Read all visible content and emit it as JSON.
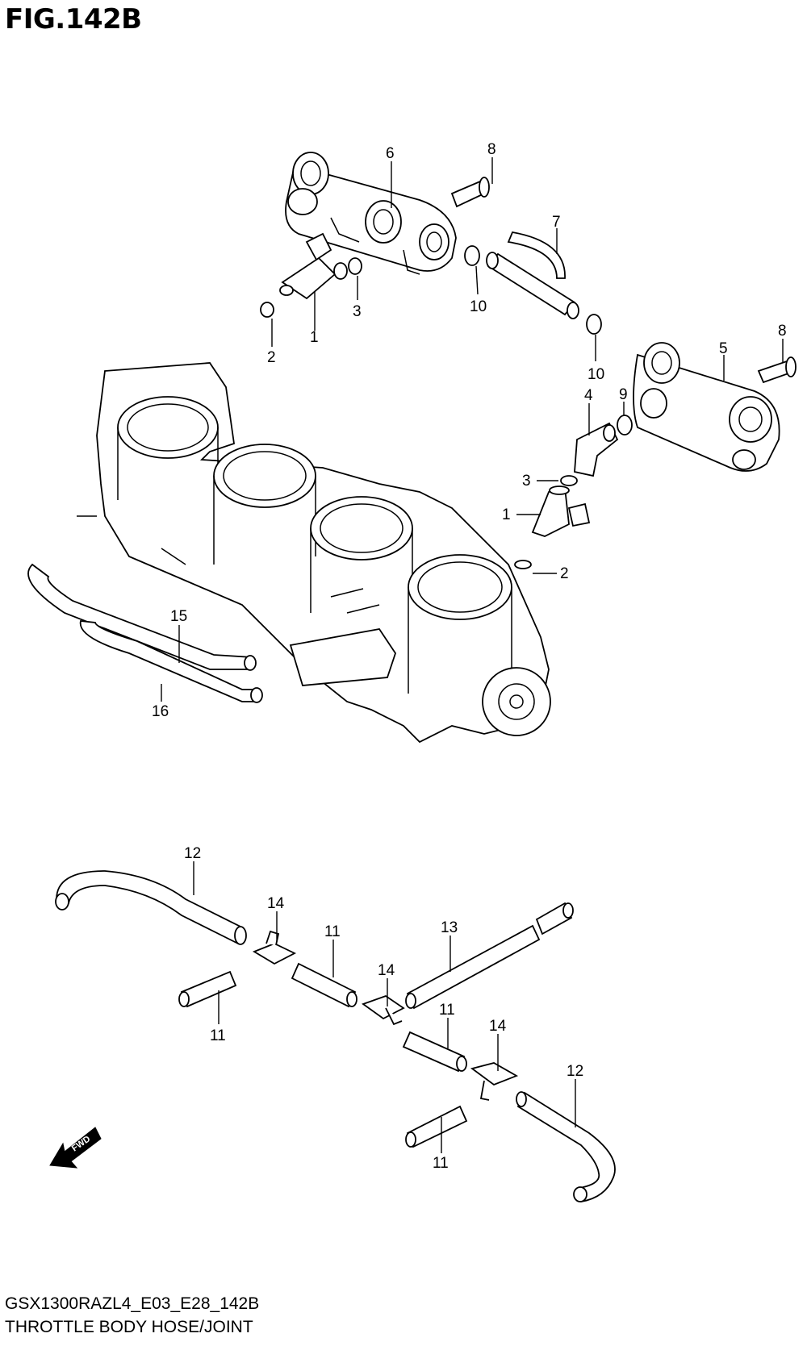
{
  "figure": {
    "title": "FIG.142B"
  },
  "footer": {
    "model_code": "GSX1300RAZL4_E03_E28_142B",
    "caption": "THROTTLE BODY HOSE/JOINT"
  },
  "fwd_arrow": {
    "label": "FWD"
  },
  "callouts": {
    "c1a": "1",
    "c1b": "1",
    "c2a": "2",
    "c2b": "2",
    "c3a": "3",
    "c3b": "3",
    "c4": "4",
    "c5": "5",
    "c6": "6",
    "c7": "7",
    "c8a": "8",
    "c8b": "8",
    "c9": "9",
    "c10a": "10",
    "c10b": "10",
    "c11a": "11",
    "c11b": "11",
    "c11c": "11",
    "c11d": "11",
    "c12a": "12",
    "c12b": "12",
    "c13": "13",
    "c14a": "14",
    "c14b": "14",
    "c14c": "14",
    "c15": "15",
    "c16": "16"
  }
}
